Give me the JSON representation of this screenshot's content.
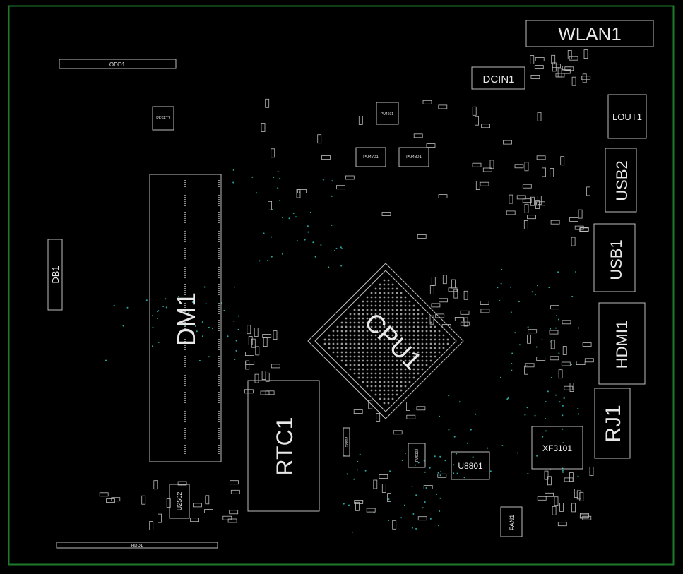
{
  "board": {
    "border_color": "#1e7a2a",
    "background": "#000000",
    "trace_color": "#bdbdbd",
    "via_color": "#2aa7a0"
  },
  "components": {
    "wlan1": "WLAN1",
    "dcin1": "DCIN1",
    "lout1": "LOUT1",
    "usb2": "USB2",
    "usb1": "USB1",
    "hdmi1": "HDMI1",
    "rj1": "RJ1",
    "xf3101": "XF3101",
    "u8801": "U8801",
    "fan1": "FAN1",
    "rtc1": "RTC1",
    "dm1": "DM1",
    "db1": "DB1",
    "cpu1": "CPU1",
    "odd1": "ODD1",
    "hdd1": "HDD1",
    "u2502": "U2502",
    "reset1": "RESET1",
    "pu4601": "PU4601",
    "pu4701": "PU4701",
    "pu4801": "PU4801",
    "pu9102": "PU9102",
    "x8802": "X8802"
  }
}
